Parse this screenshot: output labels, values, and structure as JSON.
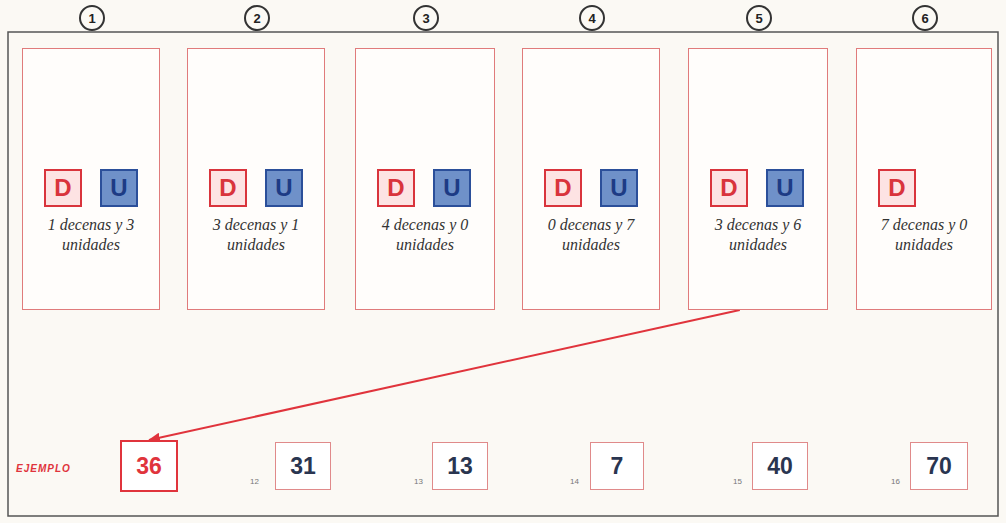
{
  "diagram": {
    "nodes": [
      {
        "text": [
          "1",
          "1 decenas y 3 unidades"
        ]
      },
      {
        "text": [
          "D"
        ],
        "in": 0
      },
      {
        "text": [
          "U"
        ],
        "in": 0
      },
      {
        "text": [
          "2",
          "3 decenas y 1 unidades"
        ]
      },
      {
        "text": [
          "D"
        ],
        "in": 3
      },
      {
        "text": [
          "U"
        ],
        "in": 3
      },
      {
        "text": [
          "3",
          "4 decenas y 0 unidades"
        ]
      },
      {
        "text": [
          "D"
        ],
        "in": 6
      },
      {
        "text": [
          "U"
        ],
        "in": 6
      },
      {
        "text": [
          "4",
          "0 decenas y 7 unidades"
        ]
      },
      {
        "text": [
          "D"
        ],
        "in": 9
      },
      {
        "text": [
          "U"
        ],
        "in": 9
      },
      {
        "text": [
          "5",
          "3 decenas y 6 unidades"
        ]
      },
      {
        "text": [
          "D"
        ],
        "in": 12
      },
      {
        "text": [
          "U"
        ],
        "in": 12
      },
      {
        "text": [
          "6",
          "7 decenas y 0 unidades"
        ]
      },
      {
        "text": [
          "D"
        ],
        "in": 15
      },
      {
        "text": [
          "36"
        ]
      },
      {
        "text": [
          "31"
        ]
      },
      {
        "text": [
          "13"
        ]
      },
      {
        "text": [
          "7"
        ]
      },
      {
        "text": [
          "40"
        ]
      },
      {
        "text": [
          "70"
        ]
      }
    ],
    "edges": [
      {
        "from": 12,
        "to": 17,
        "arrow": "to"
      }
    ],
    "labels": [
      "EJEMPLO",
      "12",
      "13",
      "14",
      "15",
      "16"
    ]
  }
}
